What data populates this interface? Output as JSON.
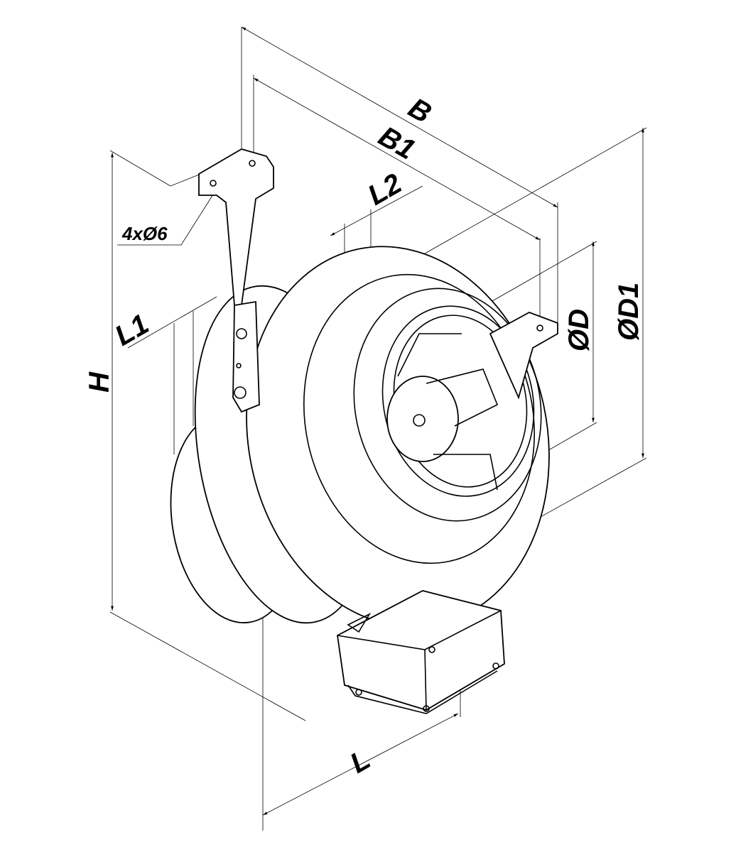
{
  "title": "Centrifugal inline duct fan dimension drawing",
  "dimensions": {
    "B": "B",
    "B1": "B1",
    "L2": "L2",
    "L1": "L1",
    "holes": "4xØ6",
    "H": "H",
    "D": "ØD",
    "D1": "ØD1",
    "L": "L"
  }
}
